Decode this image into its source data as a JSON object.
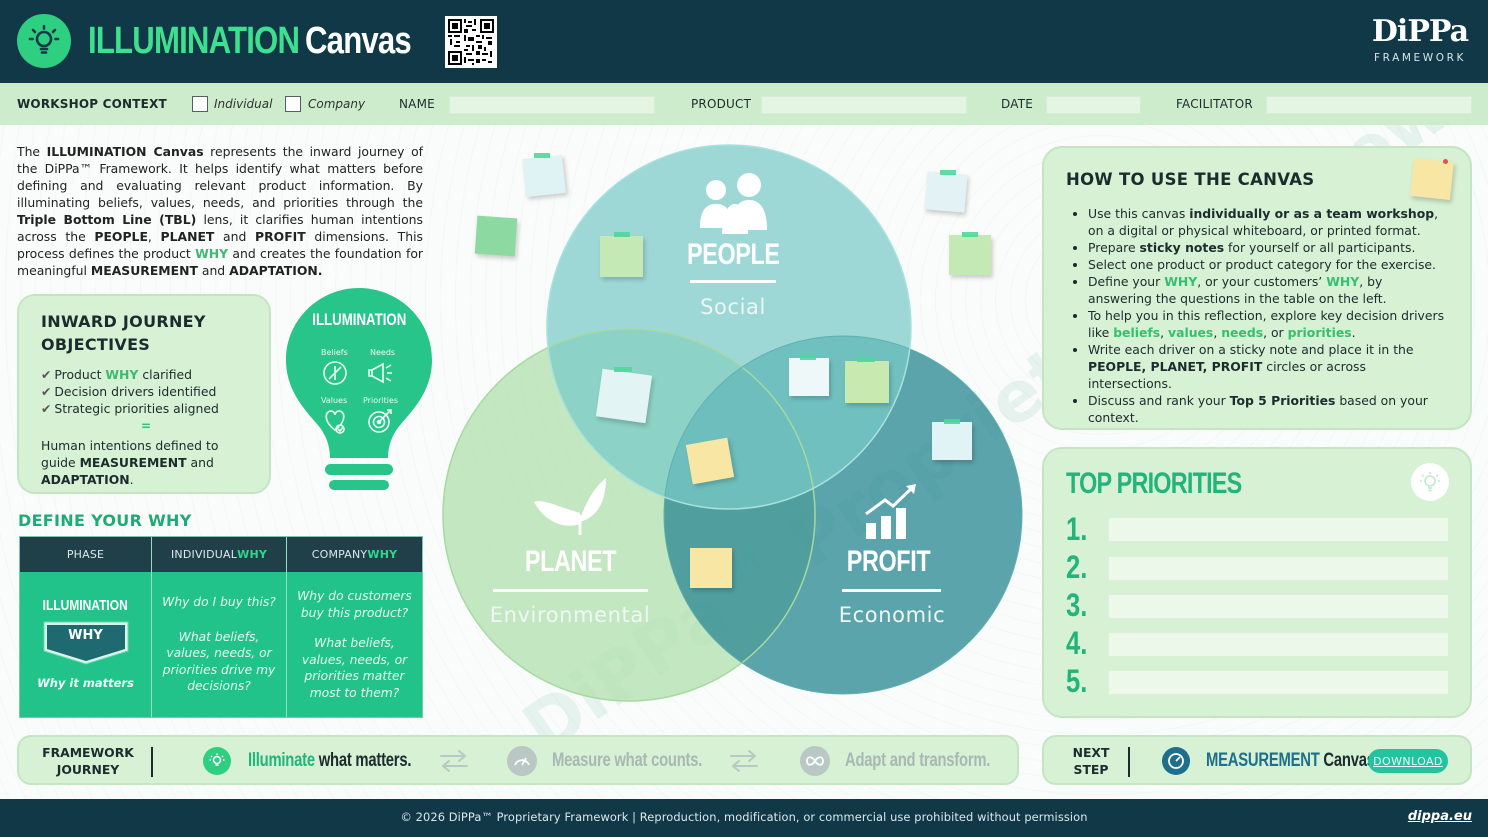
{
  "header": {
    "title_a": "ILLUMINATION",
    "title_b": "Canvas",
    "brand": "DiPPa",
    "brand_sub": "FRAMEWORK"
  },
  "context": {
    "label": "WORKSHOP CONTEXT",
    "option_individual": "Individual",
    "option_company": "Company",
    "name_label": "NAME",
    "product_label": "PRODUCT",
    "date_label": "DATE",
    "facilitator_label": "FACILITATOR"
  },
  "intro": {
    "p1": "The ",
    "b1": "ILLUMINATION Canvas",
    "p2": " represents the inward journey of the DiPPa™ Framework. It helps identify what matters before defining and evaluating relevant product information. By illuminating beliefs, values, needs, and priorities through the ",
    "b2": "Triple Bottom Line (TBL)",
    "p3": " lens, it clarifies human intentions across the ",
    "b3": "PEOPLE",
    "p4": ", ",
    "b4": "PLANET",
    "p5": " and ",
    "b5": "PROFIT",
    "p6": " dimensions. This process defines the product ",
    "why": "WHY",
    "p7": " and creates the foundation for meaningful ",
    "b6": "MEASUREMENT",
    "p8": " and ",
    "b7": "ADAPTATION."
  },
  "journey": {
    "title_1": "INWARD JOURNEY",
    "title_2": "OBJECTIVES",
    "check": "✔",
    "item1_a": "Product ",
    "item1_why": "WHY",
    "item1_b": " clarified",
    "item2": "Decision drivers identified",
    "item3": "Strategic priorities aligned",
    "equals": "=",
    "foot_a": "Human intentions defined to guide ",
    "foot_b": "MEASUREMENT",
    "foot_c": " and ",
    "foot_d": "ADAPTATION",
    "foot_e": "."
  },
  "bulb": {
    "title": "ILLUMINATION",
    "beliefs": "Beliefs",
    "needs": "Needs",
    "values": "Values",
    "priorities": "Priorities"
  },
  "why_section": {
    "heading": "DEFINE YOUR WHY",
    "col_phase": "PHASE",
    "col_individual_a": "INDIVIDUAL ",
    "col_company_a": "COMPANY ",
    "col_why": "WHY",
    "phase_name": "ILLUMINATION",
    "phase_badge": "WHY",
    "phase_caption": "Why it matters",
    "ind_q1": "Why do I buy this?",
    "ind_q2": "What beliefs, values, needs, or priorities drive my decisions?",
    "comp_q1": "Why do customers buy this product?",
    "comp_q2": "What beliefs, values, needs, or priorities matter most to them?"
  },
  "venn": {
    "people": "PEOPLE",
    "people_sub": "Social",
    "planet": "PLANET",
    "planet_sub": "Environmental",
    "profit": "PROFIT",
    "profit_sub": "Economic",
    "colors": {
      "people": "#79cbc7",
      "planet": "#b9e3b5",
      "profit": "#2f8a95"
    }
  },
  "howto": {
    "title": "HOW TO USE THE CANVAS",
    "i1_a": "Use this canvas ",
    "i1_b": "individually or as a team workshop",
    "i1_c": ", on a digital or physical whiteboard, or printed format.",
    "i2_a": "Prepare ",
    "i2_b": "sticky notes",
    "i2_c": " for yourself or all participants.",
    "i3": "Select one product or product category for the exercise.",
    "i4_a": "Define your ",
    "i4_why": "WHY",
    "i4_b": ", or your customers’ ",
    "i4_why2": "WHY",
    "i4_c": ", by answering the questions in the table on the left.",
    "i5_a": "To help you in this reflection, explore key decision drivers like  ",
    "i5_beliefs": "beliefs",
    "i5_values": "values",
    "i5_needs": "needs",
    "i5_or": ", or ",
    "i5_priorities": "priorities",
    "i5_end": ".",
    "comma": ", ",
    "i6_a": "Write each driver on a sticky note and place it in the ",
    "i6_b": "PEOPLE, PLANET, PROFIT",
    "i6_c": " circles or across intersections.",
    "i7_a": "Discuss and rank your ",
    "i7_b": "Top 5 Priorities",
    "i7_c": " based on your context."
  },
  "priorities": {
    "title": "TOP PRIORITIES",
    "numbers": [
      "1.",
      "2.",
      "3.",
      "4.",
      "5."
    ]
  },
  "framework_journey": {
    "label_1": "FRAMEWORK",
    "label_2": "JOURNEY",
    "step1_a": "Illuminate",
    "step1_b": " what matters.",
    "step2": "Measure what counts.",
    "step3": "Adapt and transform."
  },
  "next_step": {
    "label_1": "NEXT",
    "label_2": "STEP",
    "canvas_a": "MEASUREMENT",
    "canvas_b": " Canvas",
    "download": "DOWNLOAD"
  },
  "footer": {
    "copyright": "© 2026 DiPPa™ Proprietary Framework | Reproduction, modification, or commercial use prohibited without permission",
    "site": "dippa.eu"
  },
  "watermark": "DiPPa™ Proprietary Framework"
}
